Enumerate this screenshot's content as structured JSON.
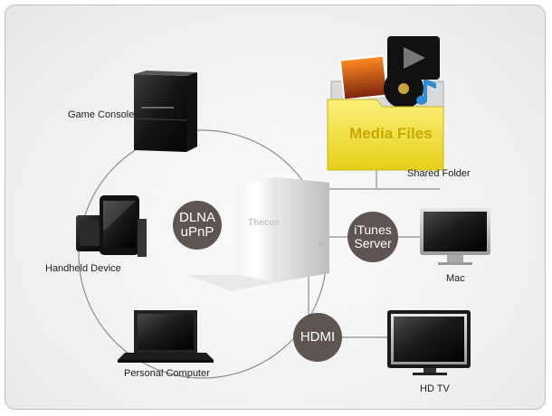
{
  "devices": {
    "game_console": "Game Console",
    "handheld_device": "Handheld Device",
    "personal_computer": "Personal Computer",
    "shared_folder": "Shared Folder",
    "mac": "Mac",
    "hdtv": "HD TV"
  },
  "nas": {
    "brand": "Thecus"
  },
  "folder": {
    "title": "Media Files"
  },
  "protocols": {
    "dlna_line1": "DLNA",
    "dlna_line2": "uPnP",
    "itunes_line1": "iTunes",
    "itunes_line2": "Server",
    "hdmi": "HDMI"
  },
  "colors": {
    "protocol_circle": "#5e5552",
    "connector_line": "#8a8a8a",
    "folder_yellow": "#f3e13a",
    "folder_text": "#c9a900"
  }
}
